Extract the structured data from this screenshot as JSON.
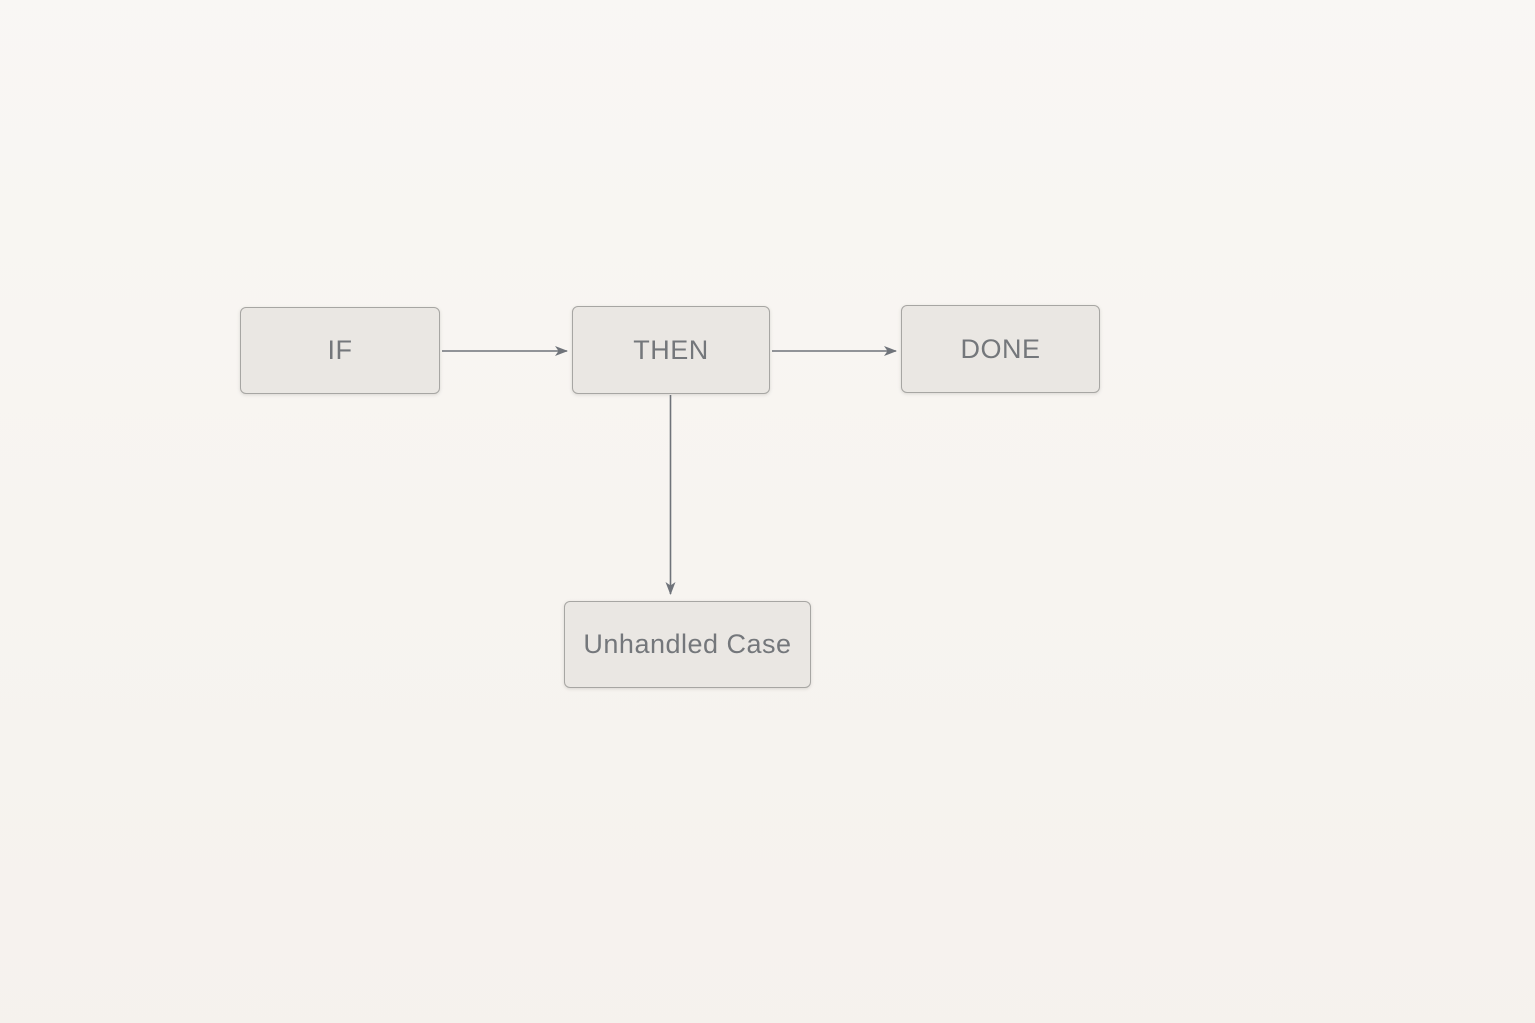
{
  "diagram": {
    "type": "flowchart",
    "nodes": [
      {
        "id": "if",
        "label": "IF"
      },
      {
        "id": "then",
        "label": "THEN"
      },
      {
        "id": "done",
        "label": "DONE"
      },
      {
        "id": "unhandled",
        "label": "Unhandled Case"
      }
    ],
    "edges": [
      {
        "from": "if",
        "to": "then"
      },
      {
        "from": "then",
        "to": "done"
      },
      {
        "from": "then",
        "to": "unhandled"
      }
    ],
    "colors": {
      "canvas_background": "#f7f4f0",
      "node_fill": "#eae7e3",
      "node_border": "#a7a6a3",
      "node_text": "#74777b",
      "arrow": "#6f737a"
    }
  }
}
